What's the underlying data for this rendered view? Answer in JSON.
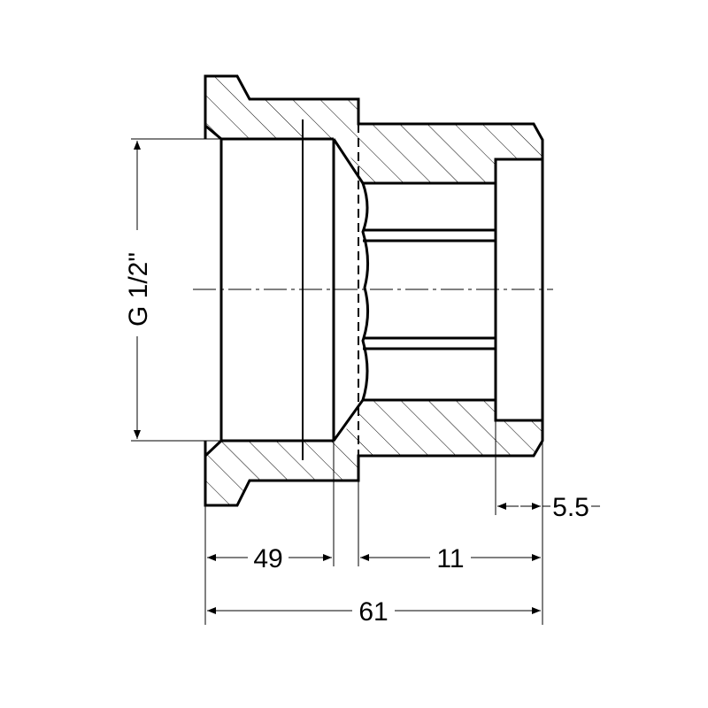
{
  "drawing": {
    "thread_label": "G 1/2\"",
    "dim_left": "49",
    "dim_right": "11",
    "dim_total": "61",
    "dim_wall": "5.5"
  },
  "colors": {
    "line": "#000000",
    "hatch": "#000000",
    "background": "#ffffff"
  }
}
